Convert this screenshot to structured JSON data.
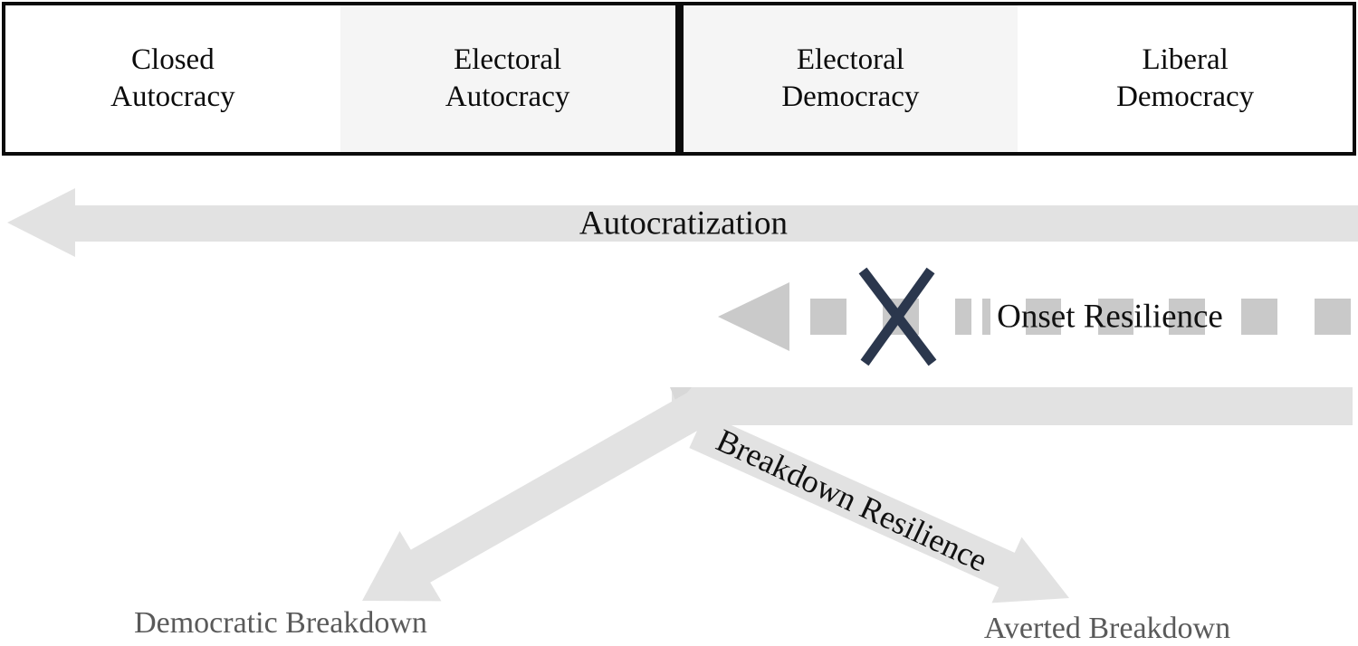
{
  "regime_bar": {
    "sections": [
      {
        "line1": "Closed",
        "line2": "Autocracy",
        "bg": "#ffffff"
      },
      {
        "line1": "Electoral",
        "line2": "Autocracy",
        "bg": "#f5f5f5"
      },
      {
        "line1": "Electoral",
        "line2": "Democracy",
        "bg": "#f5f5f5"
      },
      {
        "line1": "Liberal",
        "line2": "Democracy",
        "bg": "#ffffff"
      }
    ]
  },
  "arrows": {
    "autocratization_label": "Autocratization",
    "onset_resilience_label": "Onset Resilience",
    "breakdown_resilience_label": "Breakdown Resilience"
  },
  "outcomes": {
    "democratic_breakdown_label": "Democratic Breakdown",
    "averted_breakdown_label": "Averted Breakdown"
  },
  "colors": {
    "band": "#e2e2e2",
    "dash": "#c9c9c9",
    "arrowhead_light": "#cacaca",
    "x_mark": "#2b374d",
    "notch": "#d8d8d8",
    "bar_border": "#0b0b0b",
    "section_gray": "#f5f5f5",
    "section_white": "#ffffff",
    "label_text": "#111111",
    "outcome_text": "#5a5a5a"
  }
}
